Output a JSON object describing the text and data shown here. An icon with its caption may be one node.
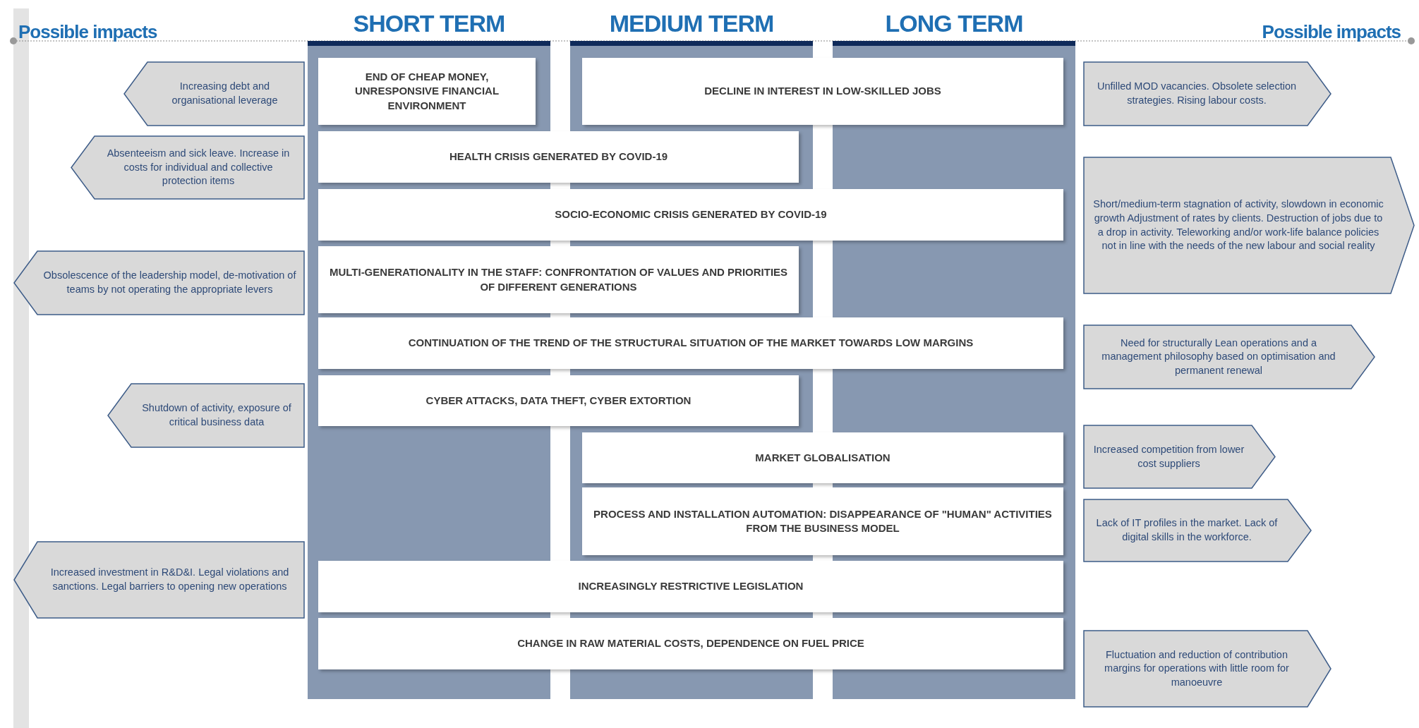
{
  "diagram": {
    "nodes": [
      {
        "text": [
          "Increasing debt and organisational leverage"
        ]
      },
      {
        "text": [
          "END OF CHEAP MONEY, UNRESPONSIVE FINANCIAL ENVIRONMENT"
        ]
      },
      {
        "text": [
          "DECLINE IN INTEREST IN LOW-SKILLED JOBS"
        ]
      },
      {
        "text": [
          "Unfilled MOD vacancies. Obsolete selection strategies. Rising labour costs."
        ]
      },
      {
        "text": [
          "Absenteeism and sick leave. Increase in costs for individual and collective protection items"
        ]
      },
      {
        "text": [
          "HEALTH CRISIS GENERATED BY COVID-19"
        ]
      },
      {
        "text": [
          "Short/medium-term stagnation of activity, slowdown in economic growth Adjustment of rates by clients. Destruction of jobs due to a drop in activity. Teleworking and/or work-life balance policies not in line with the needs of the new labour and social reality"
        ]
      },
      {
        "text": [
          "SOCIO-ECONOMIC CRISIS GENERATED BY COVID-19"
        ]
      },
      {
        "text": [
          "Obsolescence of the leadership model, de-motivation of teams by not operating the appropriate levers"
        ]
      },
      {
        "text": [
          "MULTI-GENERATIONALITY IN THE STAFF: CONFRONTATION OF VALUES AND PRIORITIES OF DIFFERENT GENERATIONS"
        ]
      },
      {
        "text": [
          "CONTINUATION OF THE TREND OF THE STRUCTURAL SITUATION OF THE MARKET TOWARDS LOW MARGINS"
        ]
      },
      {
        "text": [
          "Need for structurally Lean operations and a management philosophy based on optimisation and permanent renewal"
        ]
      },
      {
        "text": [
          "Shutdown of activity, exposure of critical business data"
        ]
      },
      {
        "text": [
          "CYBER ATTACKS, DATA THEFT, CYBER EXTORTION"
        ]
      },
      {
        "text": [
          "MARKET GLOBALISATION"
        ]
      },
      {
        "text": [
          "Increased competition from lower cost suppliers"
        ]
      },
      {
        "text": [
          "PROCESS AND INSTALLATION AUTOMATION: DISAPPEARANCE OF \"HUMAN\" ACTIVITIES FROM THE BUSINESS MODEL"
        ]
      },
      {
        "text": [
          "Lack of IT profiles in the market. Lack of digital skills in the workforce."
        ]
      },
      {
        "text": [
          "Increased investment in R&D&I. Legal violations and sanctions. Legal barriers to opening new operations"
        ]
      },
      {
        "text": [
          "INCREASINGLY RESTRICTIVE LEGISLATION"
        ]
      },
      {
        "text": [
          "CHANGE IN RAW MATERIAL COSTS, DEPENDENCE ON FUEL PRICE"
        ]
      },
      {
        "text": [
          "Fluctuation and reduction of contribution margins for operations with little room for manoeuvre"
        ]
      }
    ],
    "edges": [],
    "labels": [
      "Possible impacts",
      "SHORT TERM",
      "MEDIUM TERM",
      "LONG TERM",
      "Possible impacts"
    ]
  }
}
